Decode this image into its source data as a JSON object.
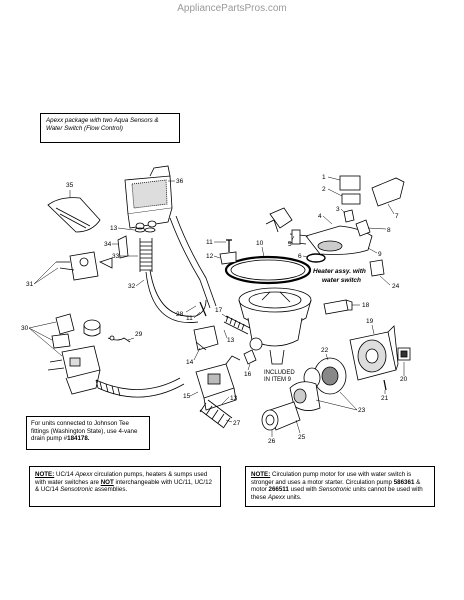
{
  "site": "AppliancePartsPros.com",
  "boxes": {
    "apexx": "Apexx package with two Aqua Sensors & Water Switch (Flow Control)",
    "johnson_a": "For units connected to Johnson Tee fittings (Washington State), use 4-vane drain pump #",
    "johnson_b": "184178.",
    "note1_label": "NOTE:",
    "note1_a": " UC/14 ",
    "note1_b": "Apexx",
    "note1_c": " circulation pumps, heaters & sumps used with water switches are ",
    "note1_d": "NOT",
    "note1_e": " interchangeable with UC/11, UC/12 & UC/14 ",
    "note1_f": "Sensotronic",
    "note1_g": " assemblies.",
    "note2_label": "NOTE:",
    "note2_a": " Circulation pump motor for use with water switch is stronger and uses a motor starter. Circulation pump ",
    "note2_b": "586361",
    "note2_c": " & motor ",
    "note2_d": "266511",
    "note2_e": " used with ",
    "note2_f": "Sensotronic",
    "note2_g": " units cannot be used with these ",
    "note2_h": "Apexx",
    "note2_i": " units."
  },
  "captions": {
    "heater_1": "Heater assy. with",
    "heater_2": "water switch",
    "included_1": "INCLUDED",
    "included_2": "IN ITEM 9"
  },
  "callouts": {
    "c1": "1",
    "c2": "2",
    "c3": "3",
    "c4": "4",
    "c5": "5",
    "c6": "6",
    "c7": "7",
    "c8": "8",
    "c9": "9",
    "c10": "10",
    "c11": "11",
    "c11b": "11",
    "c12": "12",
    "c13a": "13",
    "c13b": "13",
    "c13c": "13",
    "c14": "14",
    "c15": "15",
    "c16": "16",
    "c17": "17",
    "c18": "18",
    "c19": "19",
    "c20": "20",
    "c21": "21",
    "c22": "22",
    "c23": "23",
    "c24": "24",
    "c25": "25",
    "c26": "26",
    "c27": "27",
    "c28": "28",
    "c29": "29",
    "c30": "30",
    "c31": "31",
    "c32": "32",
    "c33": "33",
    "c34": "34",
    "c35": "35",
    "c36": "36"
  }
}
